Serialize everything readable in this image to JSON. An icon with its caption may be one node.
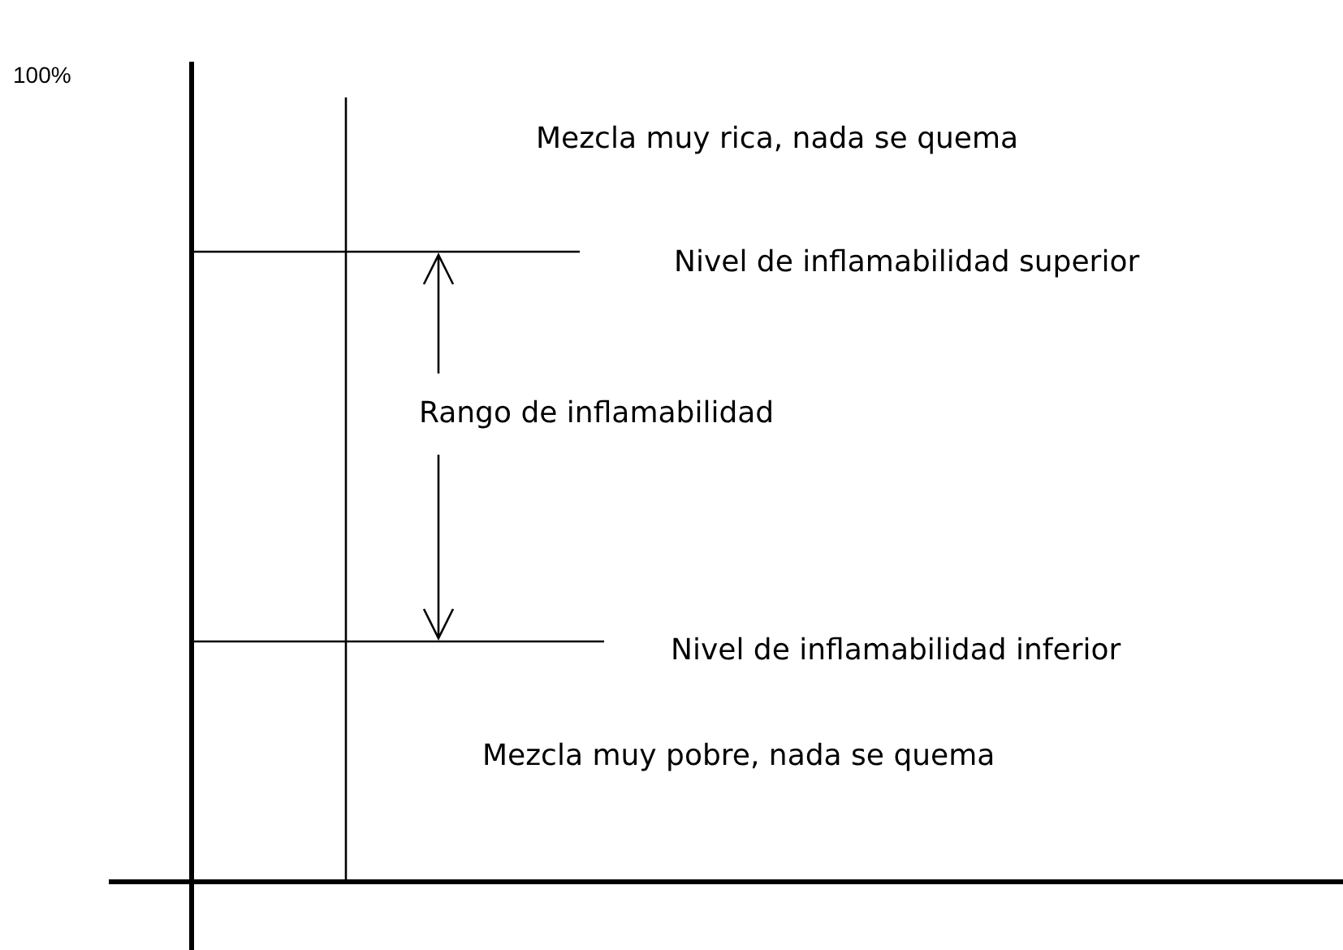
{
  "diagram": {
    "labels": [
      "100%",
      "Mezcla muy rica, nada se quema",
      "Nivel de inflamabilidad superior",
      "Rango de inflamabilidad",
      "Nivel de inflamabilidad inferior",
      "Mezcla muy pobre, nada se quema"
    ]
  }
}
